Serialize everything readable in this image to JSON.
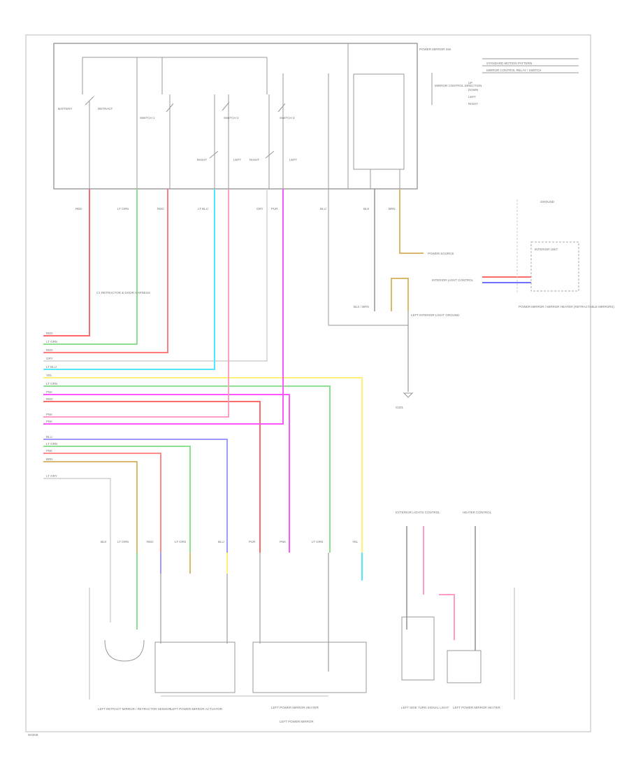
{
  "diagram": {
    "footer_code": "W3208",
    "switch_box": {
      "label": "POWER MIRROR SW.",
      "items": [
        "BATTERY",
        "RETRACT",
        "SWITCH 1",
        "SWITCH 2",
        "SWITCH 3",
        "RIGHT",
        "LEFT",
        "RIGHT",
        "LEFT"
      ]
    },
    "table": {
      "title_1": "STANDARD MOTION PATTERN",
      "title_2": "MIRROR CONTROL RELAY / SWITCH",
      "rows": [
        "UP",
        "DOWN",
        "LEFT",
        "RIGHT"
      ],
      "row_header": "MIRROR CONTROL DIRECTION"
    },
    "top_wire_labels": [
      "RED",
      "LT GRN",
      "RED",
      "LT BLU",
      "GRY",
      "PUR",
      "BLU",
      "BLK",
      "BRN"
    ],
    "connector_label": "C1 RETRACTOR & DOOR HARNESS",
    "right_labels": {
      "power_source": "POWER SOURCE",
      "interior_light": "INTERIOR LIGHT CONTROL",
      "interior_unit": "INTERIOR UNIT",
      "interior_unit_caption": "POWER MIRROR / MIRROR HEATER (RETRACTABLE MIRRORS)",
      "ground_note": "GROUND",
      "splice": "BLK / BRN",
      "g_label": "G201",
      "relay_label": "LEFT INTERIOR LIGHT GROUND"
    },
    "left_wire_labels": [
      "RED",
      "LT GRN",
      "RED",
      "GRY",
      "LT BLU",
      "YEL",
      "LT GRN",
      "PNK",
      "RED",
      "PNK",
      "PNK",
      "BLU",
      "LT GRN",
      "PNK",
      "BRN",
      "LT GRY"
    ],
    "bottom_components": [
      "LEFT RETRACT MIRROR / RETRACTOR SENSOR",
      "LEFT POWER MIRROR ACTUATOR",
      "LEFT POWER MIRROR HEATER",
      "LEFT SIDE TURN SIGNAL LIGHT",
      "LEFT POWER MIRROR HEATER"
    ],
    "bottom_caption": "LEFT POWER MIRROR",
    "bottom_mid_labels": [
      "LT GRN",
      "BLK",
      "RED",
      "LT GRN",
      "BLU",
      "PUR",
      "PNK",
      "LT GRN",
      "YEL",
      "EXTERIOR LIGHTS CONTROL",
      "HEATER CONTROL"
    ]
  }
}
